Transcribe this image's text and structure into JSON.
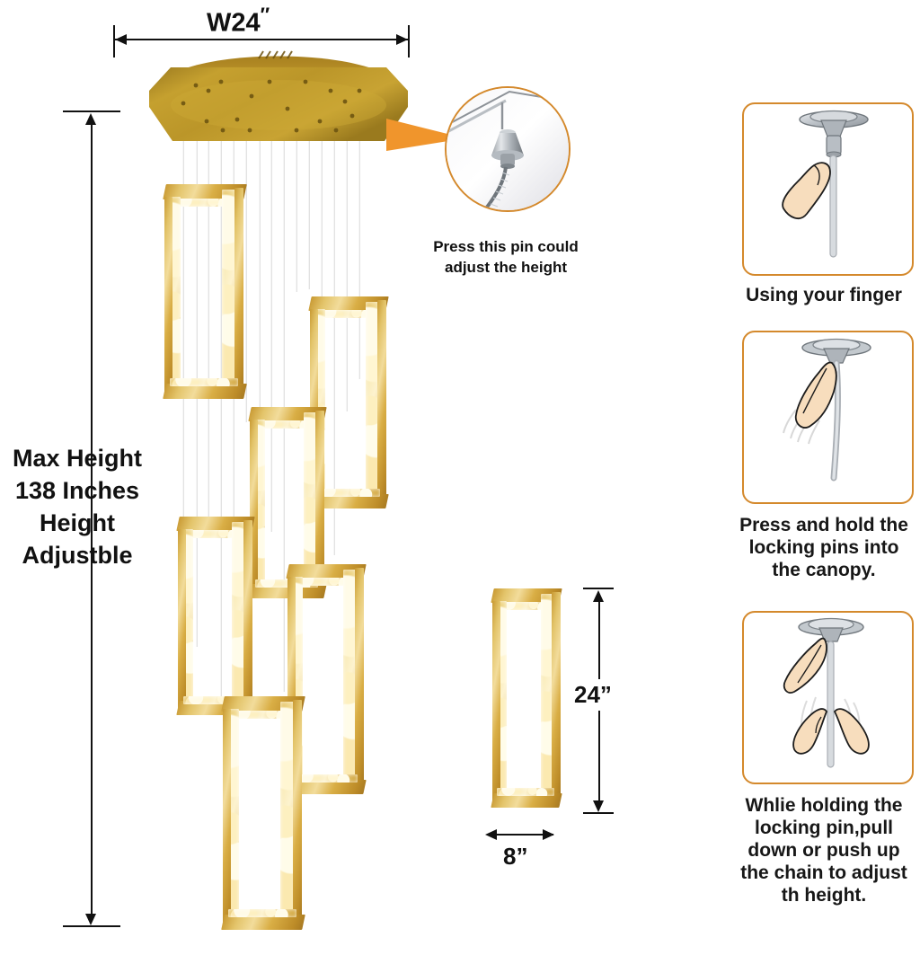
{
  "product": {
    "type": "crystal-led-rectangle-spiral-chandelier",
    "finish_color": "#c99a33",
    "accent_color": "#d4892c",
    "crystal_color": "#f7e7ac"
  },
  "dimensions": {
    "width_label": "W24",
    "width_unit": "″",
    "max_height_line1": "Max Height",
    "max_height_line2": "138 Inches",
    "max_height_line3": "Height",
    "max_height_line4": "Adjustble",
    "module_height": "24”",
    "module_width": "8”"
  },
  "callout": {
    "caption_line1": "Press this pin could",
    "caption_line2": "adjust the height",
    "magnifier_name": "locking-pin-closeup"
  },
  "instructions": [
    {
      "step": 1,
      "caption": "Using your finger",
      "icon": "finger-pointing-at-canopy-pin-icon"
    },
    {
      "step": 2,
      "caption_lines": [
        "Press and hold the",
        "locking pins into",
        "the canopy."
      ],
      "icon": "finger-pressing-locking-pin-icon"
    },
    {
      "step": 3,
      "caption_lines": [
        "Whlie holding the",
        "locking pin,pull",
        "down or push up",
        "the chain to adjust",
        "th height."
      ],
      "icon": "two-fingers-pulling-chain-icon"
    }
  ],
  "instruction_captions": {
    "step1": "Using your finger",
    "step2_l1": "Press and hold the",
    "step2_l2": "locking pins into",
    "step2_l3": "the canopy.",
    "step3_l1": "Whlie holding the",
    "step3_l2": "locking pin,pull",
    "step3_l3": "down or push up",
    "step3_l4": "the chain to adjust",
    "step3_l5": "th height."
  }
}
